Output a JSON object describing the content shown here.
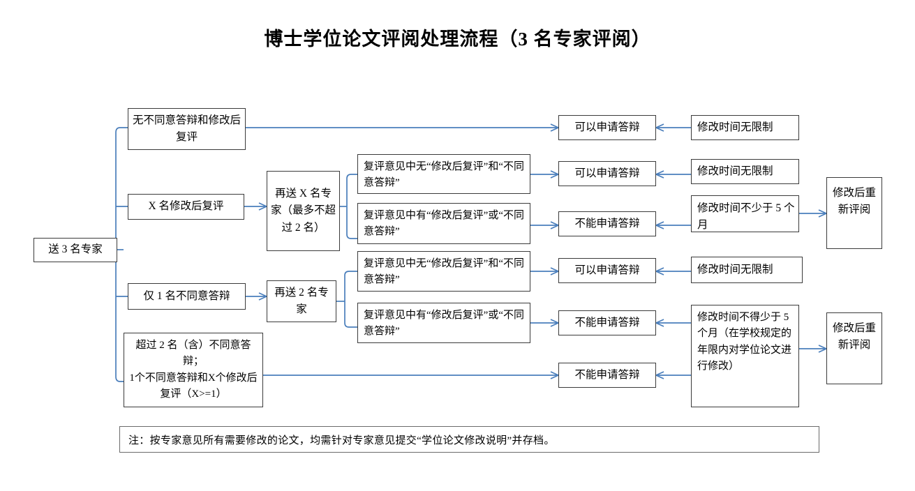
{
  "title": "博士学位论文评阅处理流程（3 名专家评阅）",
  "nodes": {
    "start": "送 3 名专家",
    "branch_no_objection": "无不同意答辩和修改后复评",
    "branch_x_revise": "X 名修改后复评",
    "branch_one_objection": "仅 1 名不同意答辩",
    "branch_two_or_more": "超过 2 名（含）不同意答辩；\n1个不同意答辩和X个修改后复评（X>=1）",
    "resend_x_experts": "再送 X 名专家（最多不超过 2 名）",
    "resend_two_experts": "再送 2 名专家",
    "review_no_1": "复评意见中无“修改后复评”和“不同意答辩”",
    "review_yes_1": "复评意见中有“修改后复评”或“不同意答辩”",
    "review_no_2": "复评意见中无“修改后复评”和“不同意答辩”",
    "review_yes_2": "复评意见中有“修改后复评”或“不同意答辩”",
    "can_apply_1": "可以申请答辩",
    "can_apply_2": "可以申请答辩",
    "cannot_apply_1": "不能申请答辩",
    "can_apply_3": "可以申请答辩",
    "cannot_apply_2": "不能申请答辩",
    "cannot_apply_3": "不能申请答辩",
    "time_unlimited_1": "修改时间无限制",
    "time_unlimited_2": "修改时间无限制",
    "time_min_five_months": "修改时间不少于 5 个月",
    "time_unlimited_3": "修改时间无限制",
    "time_not_less_five_months_long": "修改时间不得少于 5 个月（在学校规定的年限内对学位论文进行修改）",
    "re_review_1": "修改后重新评阅",
    "re_review_2": "修改后重新评阅"
  },
  "note": "注：按专家意见所有需要修改的论文，均需针对专家意见提交“学位论文修改说明”并存档。",
  "colors": {
    "connector": "#4a7ebb",
    "box_border": "#3a3a3a",
    "note_border": "#6a6a6a",
    "text": "#000000",
    "background": "#ffffff"
  }
}
